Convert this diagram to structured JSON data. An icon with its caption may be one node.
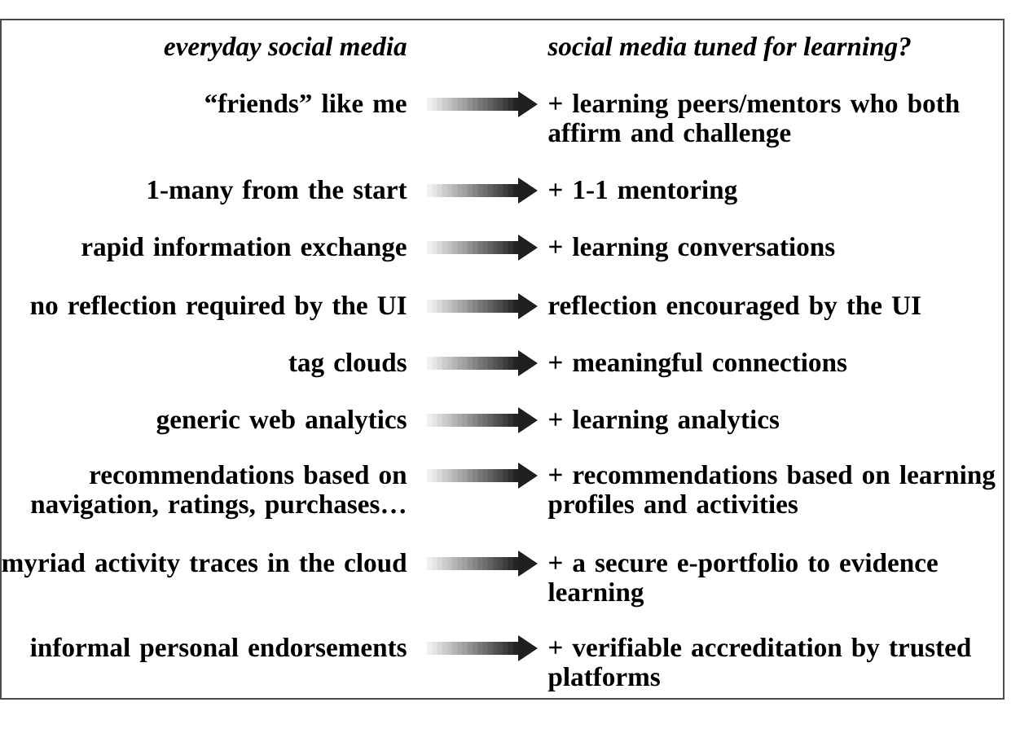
{
  "diagram": {
    "nodes": [
      {
        "text": [
          "“friends” like me"
        ]
      },
      {
        "text": [
          "+ learning peers/mentors who both affirm and challenge"
        ]
      },
      {
        "text": [
          "1-many from the start"
        ]
      },
      {
        "text": [
          "+ 1-1 mentoring"
        ]
      },
      {
        "text": [
          "rapid information exchange"
        ]
      },
      {
        "text": [
          "+ learning conversations"
        ]
      },
      {
        "text": [
          "no reflection required by the UI"
        ]
      },
      {
        "text": [
          "reflection encouraged by the UI"
        ]
      },
      {
        "text": [
          "tag clouds"
        ]
      },
      {
        "text": [
          "+ meaningful connections"
        ]
      },
      {
        "text": [
          "generic web analytics"
        ]
      },
      {
        "text": [
          "+ learning analytics"
        ]
      },
      {
        "text": [
          "recommendations based on navigation, ratings, purchases…"
        ]
      },
      {
        "text": [
          "+ recommendations based on learning profiles and activities"
        ]
      },
      {
        "text": [
          "myriad activity traces in the cloud"
        ]
      },
      {
        "text": [
          "+ a secure e-portfolio to evidence learning"
        ]
      },
      {
        "text": [
          "informal personal endorsements"
        ]
      },
      {
        "text": [
          "+ verifiable accreditation by trusted platforms"
        ]
      }
    ],
    "edges": [
      {
        "from": 0,
        "to": 1,
        "arrow": "to"
      },
      {
        "from": 2,
        "to": 3,
        "arrow": "to"
      },
      {
        "from": 4,
        "to": 5,
        "arrow": "to"
      },
      {
        "from": 6,
        "to": 7,
        "arrow": "to"
      },
      {
        "from": 8,
        "to": 9,
        "arrow": "to"
      },
      {
        "from": 10,
        "to": 11,
        "arrow": "to"
      },
      {
        "from": 12,
        "to": 13,
        "arrow": "to"
      },
      {
        "from": 14,
        "to": 15,
        "arrow": "to"
      },
      {
        "from": 16,
        "to": 17,
        "arrow": "to"
      }
    ],
    "labels": [
      "everyday social media",
      "social media tuned for learning?"
    ]
  }
}
